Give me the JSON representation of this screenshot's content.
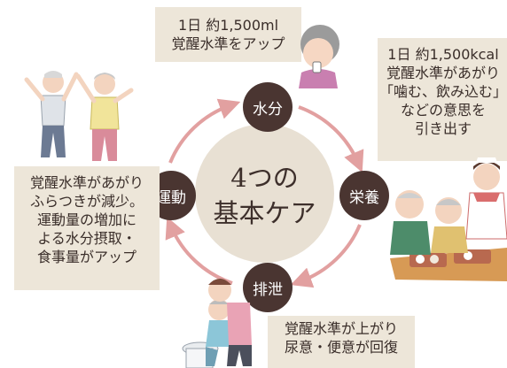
{
  "hub": {
    "line1": "4つの",
    "line2": "基本ケア"
  },
  "nodes": {
    "water": "水分",
    "nutrition": "栄養",
    "excretion": "排泄",
    "exercise": "運動"
  },
  "notes": {
    "water": [
      "1日 約1,500ml",
      "覚醒水準をアップ"
    ],
    "nutrition": [
      "1日 約1,500kcal",
      "覚醒水準があがり",
      "「噛む、飲み込む」",
      "などの意思を",
      "引き出す"
    ],
    "exercise": [
      "覚醒水準があがり",
      "ふらつきが減少。",
      "運動量の増加に",
      "よる水分摂取・",
      "食事量がアップ"
    ],
    "excretion": [
      "覚醒水準が上がり",
      "尿意・便意が回復"
    ]
  },
  "colors": {
    "arrow": "#e2a0a0",
    "node": "#4a3531",
    "hub": "#e8e0d3",
    "note": "#ede6d9"
  },
  "illustrations": [
    "elderly-woman-drinking-icon",
    "elderly-couple-exercising-icon",
    "elderly-people-eating-with-caregiver-icon",
    "caregiver-assisting-toilet-icon"
  ]
}
